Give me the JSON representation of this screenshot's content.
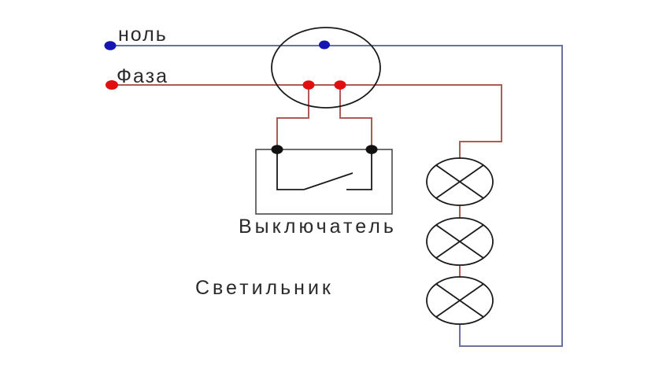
{
  "labels": {
    "neutral": "ноль",
    "phase": "Фаза",
    "switch": "Выключатель",
    "lamp": "Светильник"
  },
  "colors": {
    "background": "#ffffff",
    "wire_blue": "#6a73a0",
    "wire_red": "#b05a56",
    "dot_blue": "#1515b0",
    "dot_red": "#e01010",
    "dot_black": "#111111",
    "outline": "#1a1a1a",
    "switch_box": "#4a4a4a",
    "text_color": "#2a2a2a"
  }
}
